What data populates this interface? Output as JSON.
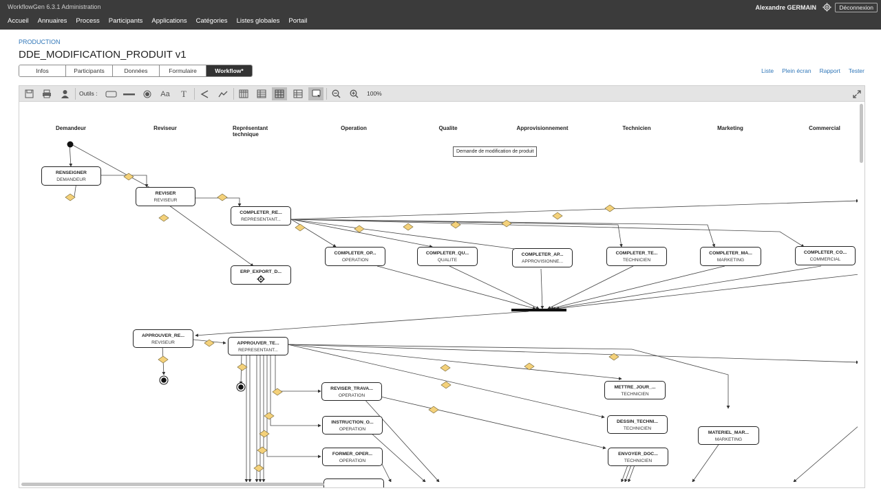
{
  "header": {
    "app_title": "WorkflowGen 6.3.1 Administration",
    "user": "Alexandre GERMAIN",
    "logout": "Déconnexion",
    "nav": [
      "Accueil",
      "Annuaires",
      "Process",
      "Participants",
      "Applications",
      "Catégories",
      "Listes globales",
      "Portail"
    ]
  },
  "page": {
    "breadcrumb": "PRODUCTION",
    "title": "DDE_MODIFICATION_PRODUIT v1",
    "tabs": [
      "Infos",
      "Participants",
      "Données",
      "Formulaire",
      "Workflow*"
    ],
    "active_tab": "Workflow*",
    "links": [
      "Liste",
      "Plein écran",
      "Rapport",
      "Tester"
    ]
  },
  "toolbar": {
    "tools_label": "Outils :",
    "text_tool": "Aa",
    "font_tool": "T",
    "zoom": "100%"
  },
  "diagram": {
    "caption": "Demande de modification de produit",
    "lanes": [
      "Demandeur",
      "Reviseur",
      "Représentant technique",
      "Operation",
      "Qualite",
      "Approvisionnement",
      "Technicien",
      "Marketing",
      "Commercial"
    ],
    "nodes": [
      {
        "name": "RENSEIGNER",
        "role": "DEMANDEUR"
      },
      {
        "name": "REVISER",
        "role": "REVISEUR"
      },
      {
        "name": "COMPLETER_RE...",
        "role": "REPRESENTANT..."
      },
      {
        "name": "ERP_EXPORT_D...",
        "role": ""
      },
      {
        "name": "COMPLETER_OP...",
        "role": "OPERATION"
      },
      {
        "name": "COMPLETER_QU...",
        "role": "QUALITE"
      },
      {
        "name": "COMPLETER_AP...",
        "role": "APPROVISIONNE..."
      },
      {
        "name": "COMPLETER_TE...",
        "role": "TECHNICIEN"
      },
      {
        "name": "COMPLETER_MA...",
        "role": "MARKETING"
      },
      {
        "name": "COMPLETER_CO...",
        "role": "COMMERCIAL"
      },
      {
        "name": "APPROUVER_RE...",
        "role": "REVISEUR"
      },
      {
        "name": "APPROUVER_TE...",
        "role": "REPRESENTANT..."
      },
      {
        "name": "REVISER_TRAVA...",
        "role": "OPERATION"
      },
      {
        "name": "INSTRUCTION_O...",
        "role": "OPERATION"
      },
      {
        "name": "FORMER_OPER...",
        "role": "OPERATION"
      },
      {
        "name": "METTRE_JOUR_...",
        "role": "TECHNICIEN"
      },
      {
        "name": "DESSIN_TECHNI...",
        "role": "TECHNICIEN"
      },
      {
        "name": "ENVOYER_DOC...",
        "role": "TECHNICIEN"
      },
      {
        "name": "MATERIEL_MAR...",
        "role": "MARKETING"
      }
    ]
  }
}
